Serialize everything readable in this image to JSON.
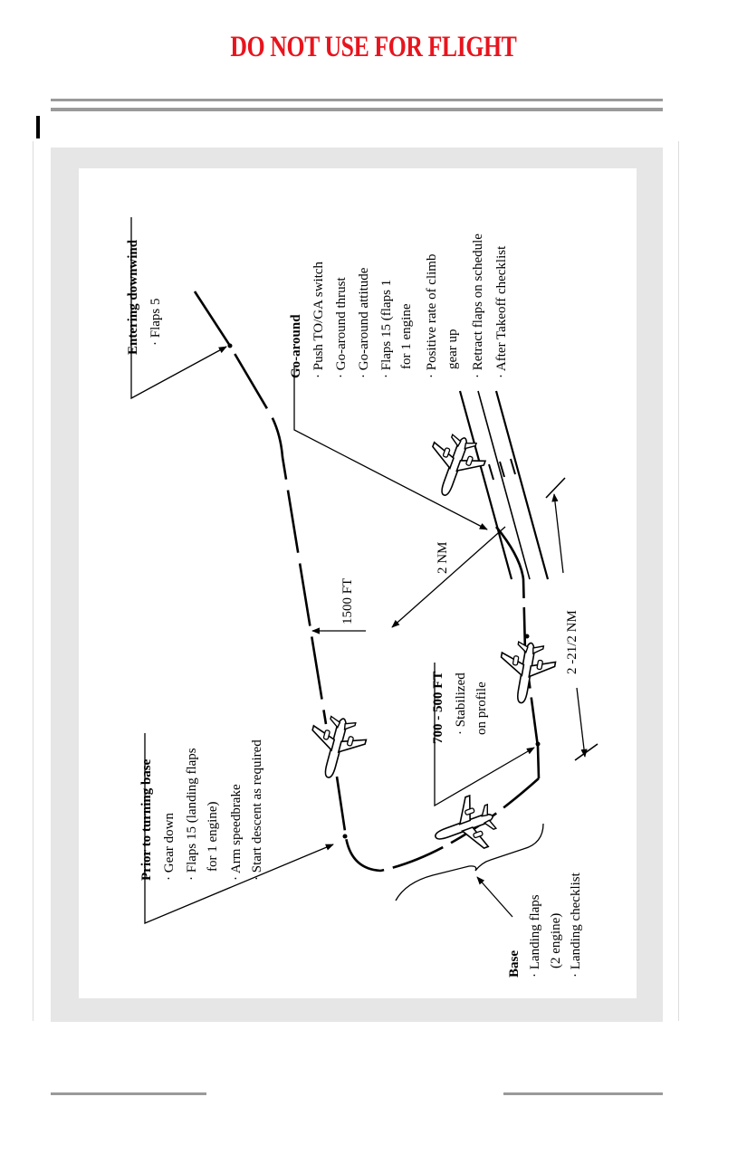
{
  "header": {
    "banner": "DO NOT USE FOR FLIGHT"
  },
  "colors": {
    "banner_red": "#e8141d",
    "rule_gray": "#9a9a9a",
    "panel_gray": "#e6e6e6"
  },
  "diagram": {
    "entering_downwind": {
      "title": "Entering downwind",
      "items": [
        "· Flaps 5"
      ]
    },
    "go_around": {
      "title": "Go-around",
      "items": [
        "· Push TO/GA switch",
        "· Go-around thrust",
        "· Go-around attitude",
        "· Flaps 15 (flaps 1",
        "   for 1 engine",
        "· Positive rate of climb",
        "   gear up",
        "· Retract flaps on schedule",
        "· After Takeoff checklist"
      ]
    },
    "prior_to_turning_base": {
      "title": "Prior to turning base",
      "items": [
        "· Gear down",
        "· Flaps 15 (landing flaps",
        "   for 1 engine)",
        "· Arm speedbrake",
        "· Start descent as required"
      ]
    },
    "stabilized": {
      "title": "700 - 500 FT",
      "items": [
        "· Stabilized",
        "   on profile"
      ]
    },
    "base": {
      "title": "Base",
      "items": [
        "· Landing flaps",
        "   (2 engine)",
        "· Landing checklist"
      ]
    },
    "labels": {
      "altitude": "1500 FT",
      "lateral": "2 NM",
      "final_distance": "2 -21/2 NM"
    },
    "icons": [
      "airplane-icon",
      "runway-markings"
    ]
  }
}
